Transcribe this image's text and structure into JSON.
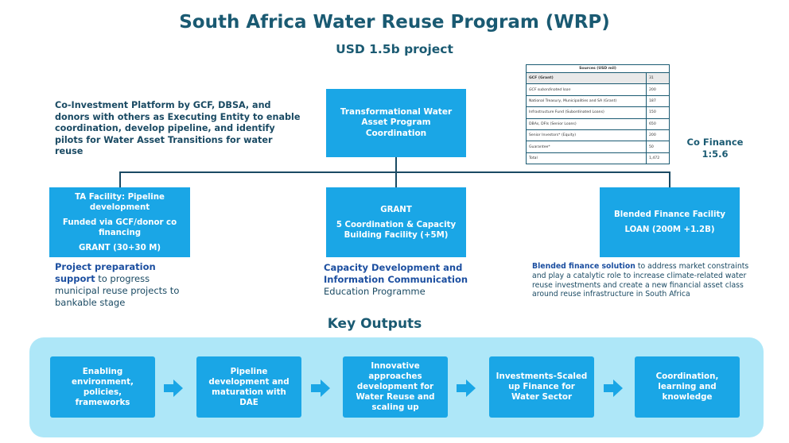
{
  "title": "South Africa Water Reuse Program (WRP)",
  "subtitle": "USD 1.5b project",
  "left_description": "Co-Investment Platform by GCF, DBSA, and donors with others as Executing Entity to enable coordination, develop pipeline, and identify pilots for Water Asset Transitions for water reuse",
  "center_box": "Transformational Water Asset Program Coordination",
  "co_finance": {
    "line1": "Co Finance",
    "line2": "1:5.6"
  },
  "sources_table": {
    "header": "Sources (USD mil)",
    "rows": [
      {
        "label": "GCF (Grant)",
        "value": "31"
      },
      {
        "label": "GCF subordinated loan",
        "value": "200"
      },
      {
        "label": "National Treasury, Municipalities and SA (Grant)",
        "value": "187"
      },
      {
        "label": "Infrastructure Fund (Subordinated Loans)",
        "value": "150"
      },
      {
        "label": "DBAs, DFIs (Senior Loans)",
        "value": "650"
      },
      {
        "label": "Senior Investors* (Equity)",
        "value": "200"
      },
      {
        "label": "Guarantee*",
        "value": "50"
      },
      {
        "label": "Total",
        "value": "1,472"
      }
    ]
  },
  "ta_box": {
    "line1": "TA Facility: Pipeline development",
    "line2": "Funded via GCF/donor co financing",
    "line3": "GRANT (30+30 M)"
  },
  "grant_box": {
    "line1": "GRANT",
    "line2": "5 Coordination & Capacity Building Facility (+5M)"
  },
  "blend_box": {
    "line1": "Blended Finance Facility",
    "line2": "LOAN (200M +1.2B)"
  },
  "ta_caption": {
    "bold": "Project preparation support",
    "rest": " to progress municipal reuse projects to bankable stage"
  },
  "grant_caption": {
    "bold": "Capacity Development and Information Communication",
    "rest": " Education Programme"
  },
  "blend_caption": {
    "bold": "Blended finance solution",
    "rest": " to address market constraints and play a catalytic role to increase climate-related water reuse investments and create a new financial asset class around reuse infrastructure in South Africa"
  },
  "key_outputs": {
    "title": "Key Outputs",
    "items": [
      "Enabling environment, policies, frameworks",
      "Pipeline development and maturation with DAE",
      "Innovative approaches development for Water Reuse and scaling up",
      "Investments-Scaled up Finance for Water Sector",
      "Coordination, learning and knowledge"
    ]
  }
}
